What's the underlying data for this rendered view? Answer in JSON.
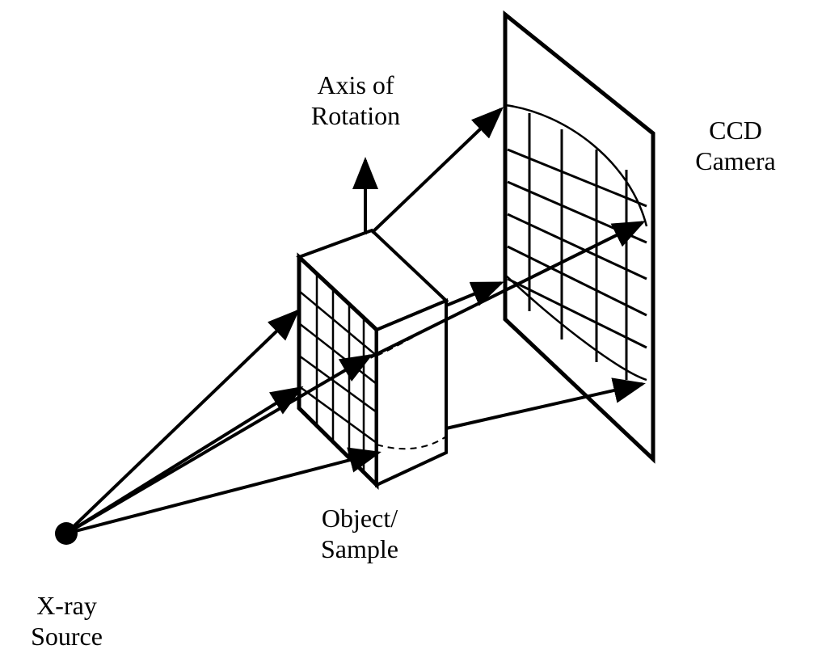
{
  "labels": {
    "axis_of_rotation": [
      "Axis of",
      "Rotation"
    ],
    "ccd_camera": [
      "CCD",
      "Camera"
    ],
    "object_sample": [
      "Object/",
      "Sample"
    ],
    "xray_source": [
      "X-ray",
      "Source"
    ]
  }
}
